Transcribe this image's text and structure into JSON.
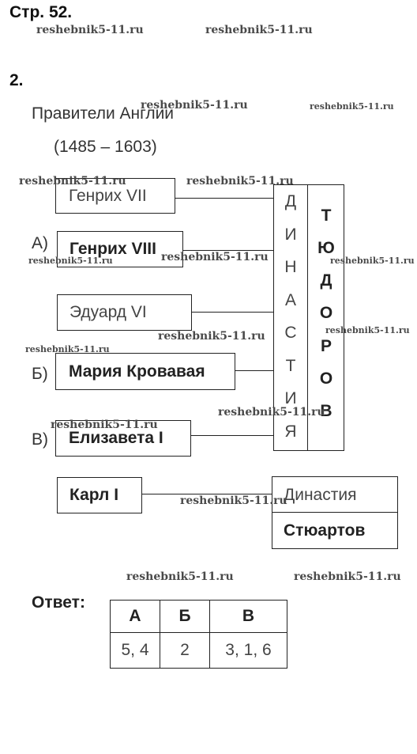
{
  "page_label": "Стр. 52.",
  "task_number": "2.",
  "title": "Правители Англии",
  "period": "(1485 – 1603)",
  "rulers": [
    {
      "name": "Генрих VII",
      "letter": ""
    },
    {
      "name": "Генрих VIII",
      "letter": "А)"
    },
    {
      "name": "Эдуард VI",
      "letter": ""
    },
    {
      "name": "Мария Кровавая",
      "letter": "Б)"
    },
    {
      "name": "Елизавета I",
      "letter": "В)"
    },
    {
      "name": "Карл I",
      "letter": ""
    }
  ],
  "dynasty_tudors": {
    "left_column": [
      "Д",
      "И",
      "Н",
      "А",
      "С",
      "Т",
      "И",
      "Я"
    ],
    "right_column": [
      "Т",
      "Ю",
      "Д",
      "О",
      "Р",
      "О",
      "В"
    ]
  },
  "dynasty_stuarts": {
    "line1": "Династия",
    "line2": "Стюартов"
  },
  "answer_label": "Ответ:",
  "answer_table": {
    "headers": [
      "А",
      "Б",
      "В"
    ],
    "values": [
      "5, 4",
      "2",
      "3, 1, 6"
    ]
  },
  "watermark": "reshebnik5-11.ru"
}
